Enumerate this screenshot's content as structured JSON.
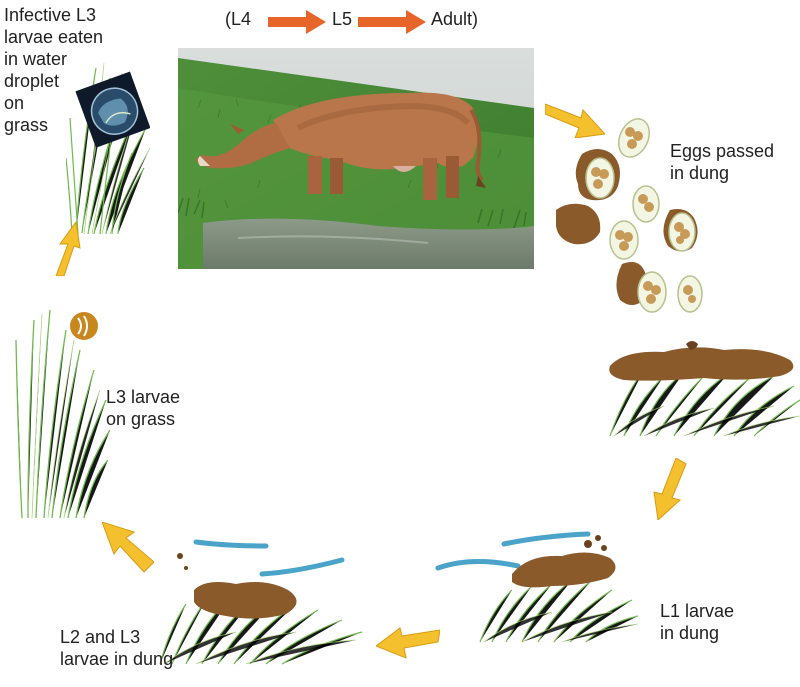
{
  "stage_header": {
    "open_paren_l4": "(L4",
    "l5": "L5",
    "adult_close_paren": "Adult)"
  },
  "labels": {
    "infective": [
      "Infective L3",
      "larvae eaten",
      "in water",
      "droplet",
      "on",
      "grass"
    ],
    "eggs": [
      "Eggs passed",
      "in dung"
    ],
    "l3_grass": [
      "L3 larvae",
      "on grass"
    ],
    "l1": [
      "L1 larvae",
      "in dung"
    ],
    "l2_l3": [
      "L2 and L3",
      "larvae in dung"
    ]
  },
  "colors": {
    "stage_arrow": "#e8652a",
    "cycle_arrow": "#f5c02e",
    "cycle_arrow_edge": "#d99a12",
    "dung": "#8a5a2b",
    "dung_dark": "#6b4220",
    "grass": "#5fb33a",
    "grass_light": "#9ccf6a",
    "larva": "#4aa3c8",
    "egg_shell": "#f4f6e4",
    "egg_yolk": "#c89a58"
  },
  "icons": {
    "stage_arrow": "right-arrow-icon",
    "cycle_arrow": "cycle-arrow-icon",
    "water_droplet": "water-droplet-icon"
  }
}
